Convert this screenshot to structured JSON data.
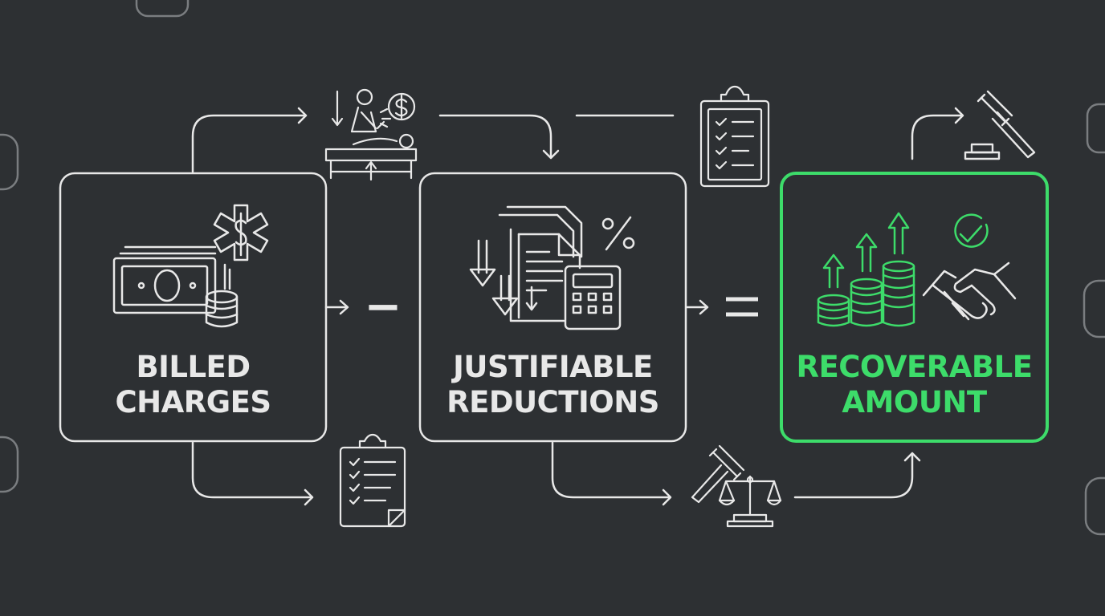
{
  "colors": {
    "background": "#2d3033",
    "line": "#e8e8e8",
    "accent": "#3ddc6a"
  },
  "boxes": [
    {
      "id": "billed-charges",
      "line1": "BILLED",
      "line2": "CHARGES",
      "highlight": false
    },
    {
      "id": "justifiable-reductions",
      "line1": "JUSTIFIABLE",
      "line2": "REDUCTIONS",
      "highlight": false
    },
    {
      "id": "recoverable-amount",
      "line1": "RECOVERABLE",
      "line2": "AMOUNT",
      "highlight": true
    }
  ],
  "operators": {
    "minus": "−",
    "equals": "="
  },
  "icons": [
    "cash-icon",
    "medical-star-icon",
    "coins-icon",
    "documents-icon",
    "percent-icon",
    "calculator-icon",
    "down-arrows-icon",
    "growing-coins-icon",
    "handshake-icon",
    "checkmark-icon",
    "physical-therapy-icon",
    "dollar-icon",
    "clipboard-checklist-icon",
    "gavel-icon",
    "gavel-scales-icon"
  ]
}
